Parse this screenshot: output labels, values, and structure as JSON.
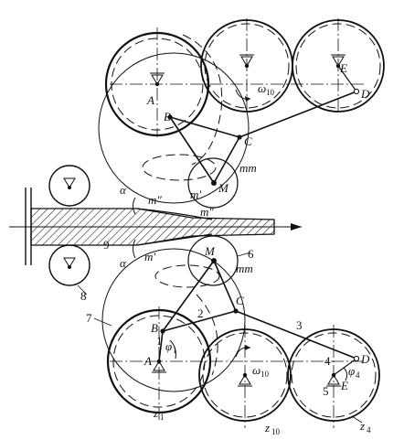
{
  "labels": {
    "A": "A",
    "B": "B",
    "C": "C",
    "D": "D",
    "E": "E",
    "M": "M",
    "mm": "mm",
    "omega10_sub": "10",
    "alpha": "α",
    "m_dprime": "m″",
    "m_prime": "m′",
    "num_1": "1",
    "num_2": "2",
    "num_3": "3",
    "num_4": "4",
    "num_5": "5",
    "num_6": "6",
    "num_7": "7",
    "num_8": "8",
    "num_9": "9",
    "phi": "φ",
    "sub_1": "1",
    "sub_4": "4",
    "sub_10": "10",
    "z": "z"
  }
}
